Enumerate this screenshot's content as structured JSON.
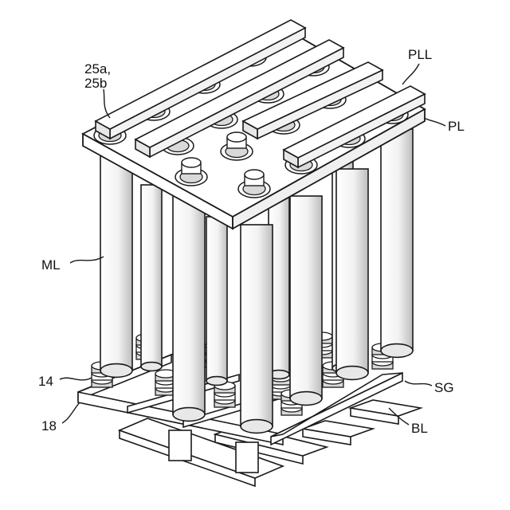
{
  "figure": {
    "labels": {
      "contact": "25a,",
      "contact2": "25b",
      "pll": "PLL",
      "pl": "PL",
      "ml": "ML",
      "n14": "14",
      "sg": "SG",
      "n18": "18",
      "bl": "BL"
    },
    "colors": {
      "stroke": "#1a1a1a",
      "fill": "#ffffff",
      "shade": "#d9d9d9"
    }
  }
}
